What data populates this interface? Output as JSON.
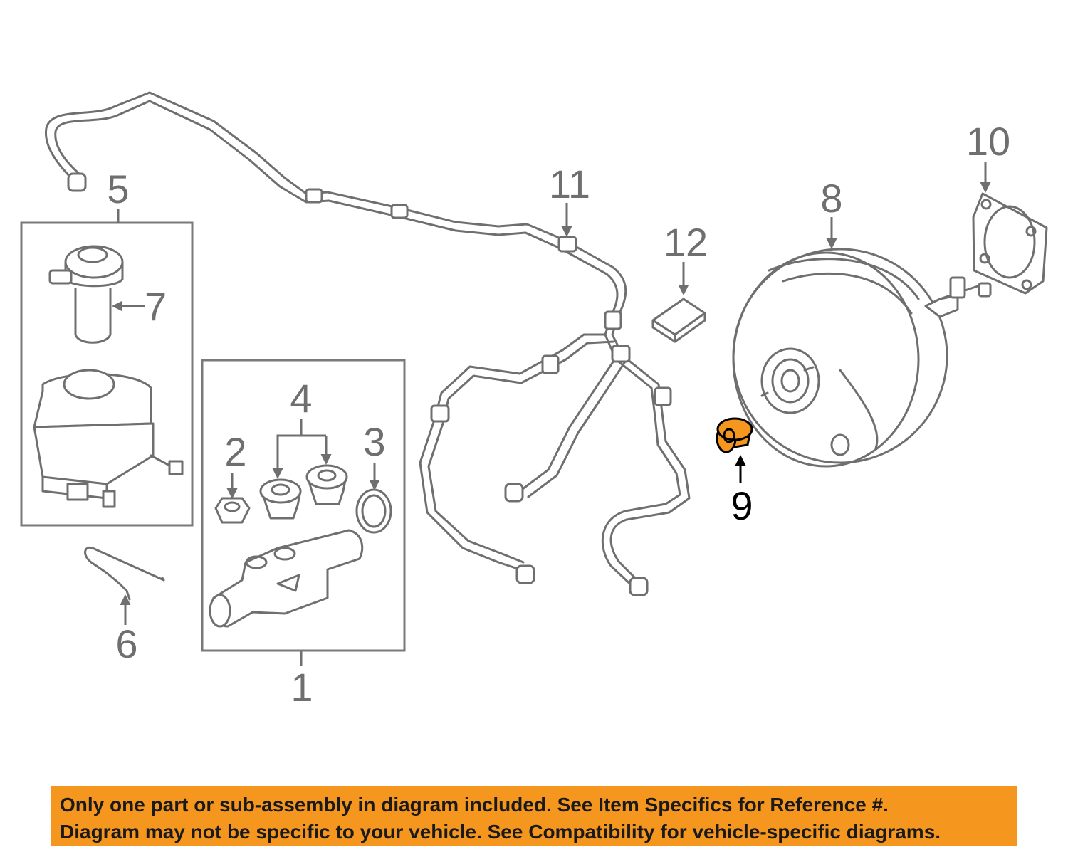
{
  "callouts": {
    "c1": "1",
    "c2": "2",
    "c3": "3",
    "c4": "4",
    "c5": "5",
    "c6": "6",
    "c7": "7",
    "c8": "8",
    "c9": "9",
    "c10": "10",
    "c11": "11",
    "c12": "12"
  },
  "highlighted_part": "9",
  "colors": {
    "highlight": "#f5961e",
    "line": "#6f6f6f",
    "banner": "#f5961e"
  },
  "disclaimer": {
    "line1": "Only one part or sub-assembly in diagram included. See Item Specifics for Reference #.",
    "line2": "Diagram may not be specific to your vehicle. See Compatibility for vehicle-specific diagrams."
  }
}
